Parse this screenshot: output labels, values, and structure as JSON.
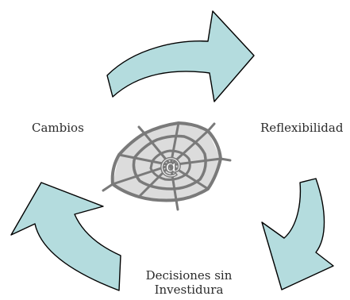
{
  "diagram": {
    "arrow_color": "#b4dcde",
    "arrow_outline": "#000000",
    "web_outline_color": "#7a7a7a",
    "web_fill_color": "#bfbfbf",
    "center_icon": "spider-web-at-sign-icon",
    "center_glyph": "@",
    "labels": {
      "top_right": "Reflexibilidad",
      "bottom_line1": "Decisiones sin",
      "bottom_line2": "Investidura",
      "left": "Cambios"
    }
  }
}
